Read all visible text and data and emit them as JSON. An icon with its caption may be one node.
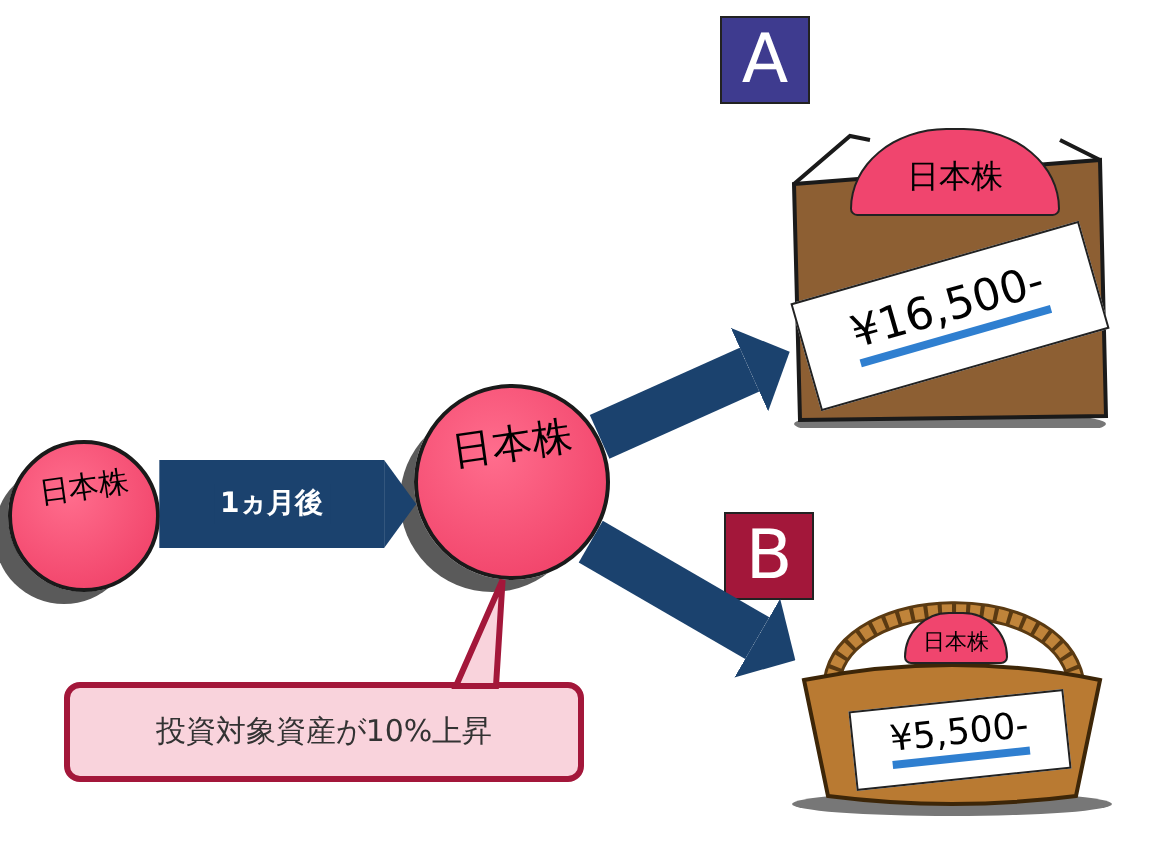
{
  "diagram": {
    "nodes": [
      {
        "text": [
          "日本株"
        ]
      },
      {
        "text": [
          "日本株"
        ]
      },
      {
        "text": [
          "投資対象資産が10%上昇"
        ]
      },
      {
        "text": [
          "A"
        ]
      },
      {
        "text": [
          "日本株"
        ],
        "in": 3
      },
      {
        "text": [
          "¥16,500-"
        ],
        "in": 3
      },
      {
        "text": [
          "B"
        ]
      },
      {
        "text": [
          "日本株"
        ],
        "in": 6
      },
      {
        "text": [
          "¥5,500-"
        ],
        "in": 6
      }
    ],
    "edges": [
      {
        "from": 0,
        "to": 1,
        "arrow": "to",
        "label": "1ヵ月後",
        "style": "thick"
      },
      {
        "from": 1,
        "to": 3,
        "arrow": "to"
      },
      {
        "from": 1,
        "to": 6,
        "arrow": "to"
      },
      {
        "from": 2,
        "to": 1,
        "arrow": "none",
        "color": "#a3173a"
      }
    ]
  }
}
